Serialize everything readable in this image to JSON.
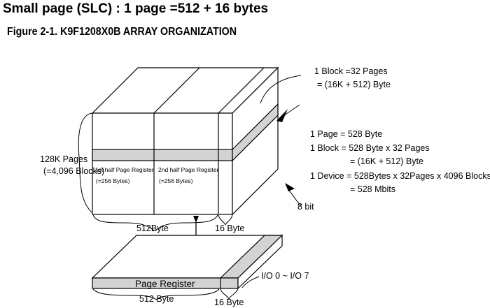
{
  "header": {
    "title": "Small page (SLC) : 1 page =512 + 16 bytes",
    "figure_caption": "Figure 2-1. K9F1208X0B ARRAY ORGANIZATION"
  },
  "block_note": {
    "line1": "1 Block =32 Pages",
    "line2": "= (16K + 512) Byte"
  },
  "left_label": {
    "line1": "128K Pages",
    "line2": "(=4,096 Blocks)"
  },
  "register": {
    "first_half_title": "1st half Page Register",
    "first_half_size": "(=256 Bytes)",
    "second_half_title": "2nd half Page Register",
    "second_half_size": "(=256 Bytes)"
  },
  "specs": {
    "page": "1 Page = 528 Byte",
    "block": "1 Block = 528 Byte x 32 Pages",
    "block_total": "= (16K + 512) Byte",
    "device": "1 Device = 528Bytes x 32Pages x 4096 Blocks",
    "device_total": "= 528 Mbits"
  },
  "bit_width": "8 bit",
  "dims": {
    "main_area": "512Byte",
    "spare_area": "16 Byte",
    "reg_main": "512 Byte",
    "reg_spare": "16 Byte"
  },
  "page_register_label": "Page Register",
  "io_label": "I/O 0 ~ I/O 7",
  "colors": {
    "line": "#000000",
    "band": "#d3d3d3",
    "background": "#ffffff"
  }
}
